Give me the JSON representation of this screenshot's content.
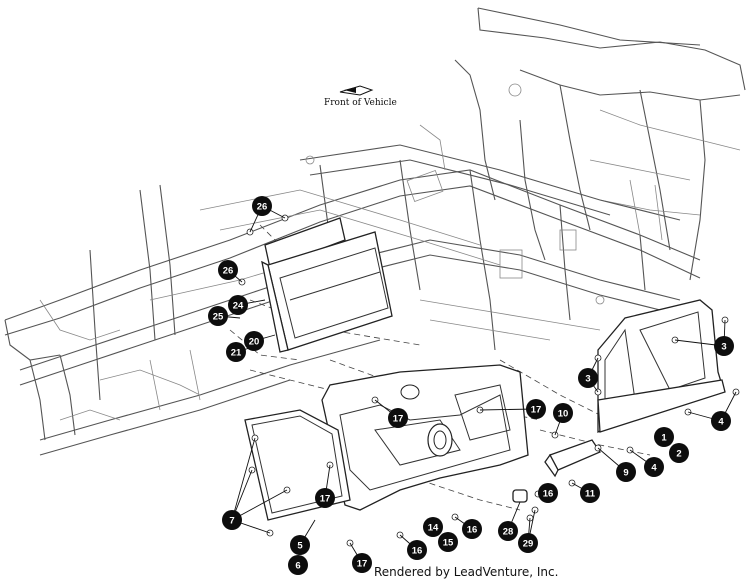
{
  "diagram": {
    "orientation_label": "Front of Vehicle",
    "footer_text": "Rendered by LeadVenture, Inc.",
    "callouts": [
      "1",
      "2",
      "3",
      "3",
      "4",
      "4",
      "5",
      "6",
      "7",
      "9",
      "10",
      "11",
      "14",
      "15",
      "16",
      "16",
      "16",
      "17",
      "17",
      "17",
      "17",
      "20",
      "21",
      "24",
      "25",
      "26",
      "26",
      "28",
      "29"
    ]
  },
  "colors": {
    "callout_fill": "#0d0d0d",
    "callout_text": "#ffffff",
    "line": "#333333"
  }
}
